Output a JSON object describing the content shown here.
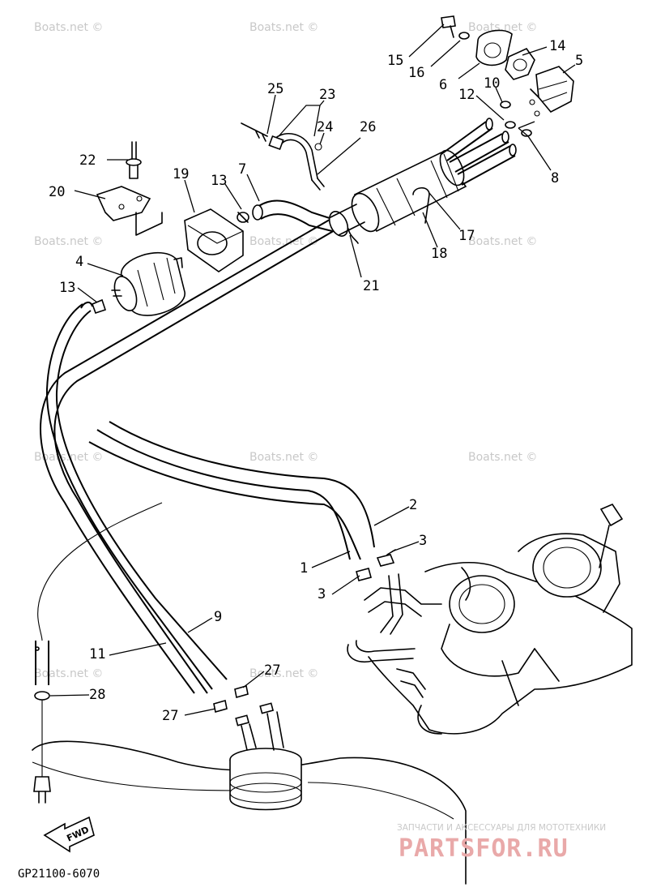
{
  "diagram": {
    "code": "GP21100-6070",
    "fwd_label": "FWD",
    "watermark": "Boats.net ©",
    "shop_tagline": "ЗАПЧАСТИ И АКСЕССУАРЫ ДЛЯ МОТОТЕХНИКИ",
    "shop_logo": "PARTSFOR.RU",
    "callouts": [
      {
        "id": "15",
        "text": "15"
      },
      {
        "id": "16",
        "text": "16"
      },
      {
        "id": "6",
        "text": "6"
      },
      {
        "id": "14",
        "text": "14"
      },
      {
        "id": "5",
        "text": "5"
      },
      {
        "id": "10",
        "text": "10"
      },
      {
        "id": "12",
        "text": "12"
      },
      {
        "id": "8",
        "text": "8"
      },
      {
        "id": "25",
        "text": "25"
      },
      {
        "id": "23",
        "text": "23"
      },
      {
        "id": "24",
        "text": "24"
      },
      {
        "id": "26",
        "text": "26"
      },
      {
        "id": "22",
        "text": "22"
      },
      {
        "id": "20",
        "text": "20"
      },
      {
        "id": "19",
        "text": "19"
      },
      {
        "id": "13a",
        "text": "13"
      },
      {
        "id": "7",
        "text": "7"
      },
      {
        "id": "17",
        "text": "17"
      },
      {
        "id": "18",
        "text": "18"
      },
      {
        "id": "21",
        "text": "21"
      },
      {
        "id": "4",
        "text": "4"
      },
      {
        "id": "13b",
        "text": "13"
      },
      {
        "id": "2",
        "text": "2"
      },
      {
        "id": "3a",
        "text": "3"
      },
      {
        "id": "1",
        "text": "1"
      },
      {
        "id": "3b",
        "text": "3"
      },
      {
        "id": "9",
        "text": "9"
      },
      {
        "id": "11",
        "text": "11"
      },
      {
        "id": "27a",
        "text": "27"
      },
      {
        "id": "28",
        "text": "28"
      },
      {
        "id": "27b",
        "text": "27"
      }
    ]
  }
}
